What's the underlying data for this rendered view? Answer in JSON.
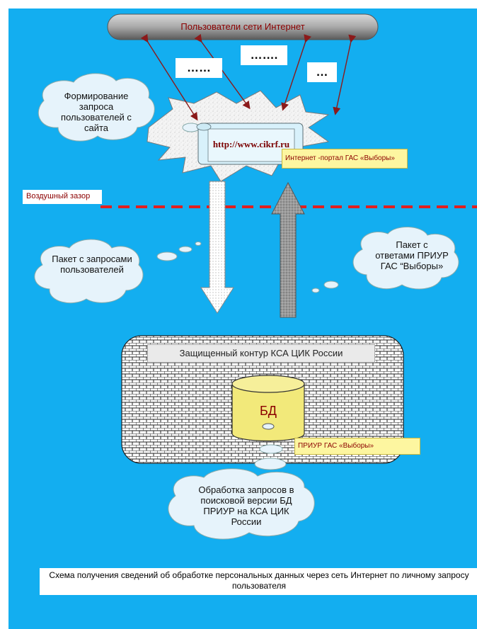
{
  "internet_users": {
    "label": "Пользователи сети Интернет"
  },
  "dots": {
    "left": "……",
    "middle": "…….",
    "right": "…"
  },
  "request_cloud": {
    "text": "Формирование запроса пользователей с сайта"
  },
  "portal": {
    "url": "http://www.cikrf.ru",
    "label": "Интернет -портал ГАС «Выборы»"
  },
  "air_gap": {
    "label": "Воздушный зазор"
  },
  "packet_requests": {
    "text": "Пакет с запросами пользователей"
  },
  "packet_answers": {
    "text": "Пакет с ответами ПРИУР ГАС “Выборы»"
  },
  "secure_contour": {
    "title": "Защищенный контур КСА ЦИК России"
  },
  "database": {
    "label": "БД"
  },
  "priur": {
    "label": "ПРИУР ГАС «Выборы»"
  },
  "processing_cloud": {
    "text": "Обработка запросов в поисковой версии БД ПРИУР на КСА ЦИК России"
  },
  "caption": {
    "text": "Схема получения сведений об обработке персональных данных через сеть Интернет по личному запросу пользователя"
  },
  "colors": {
    "background": "#13aef0",
    "arrow_lines": "#8b1a1a",
    "air_gap_line": "#e02020",
    "cylinder": "#f2e97a",
    "note_yellow": "#fdf6a0"
  }
}
